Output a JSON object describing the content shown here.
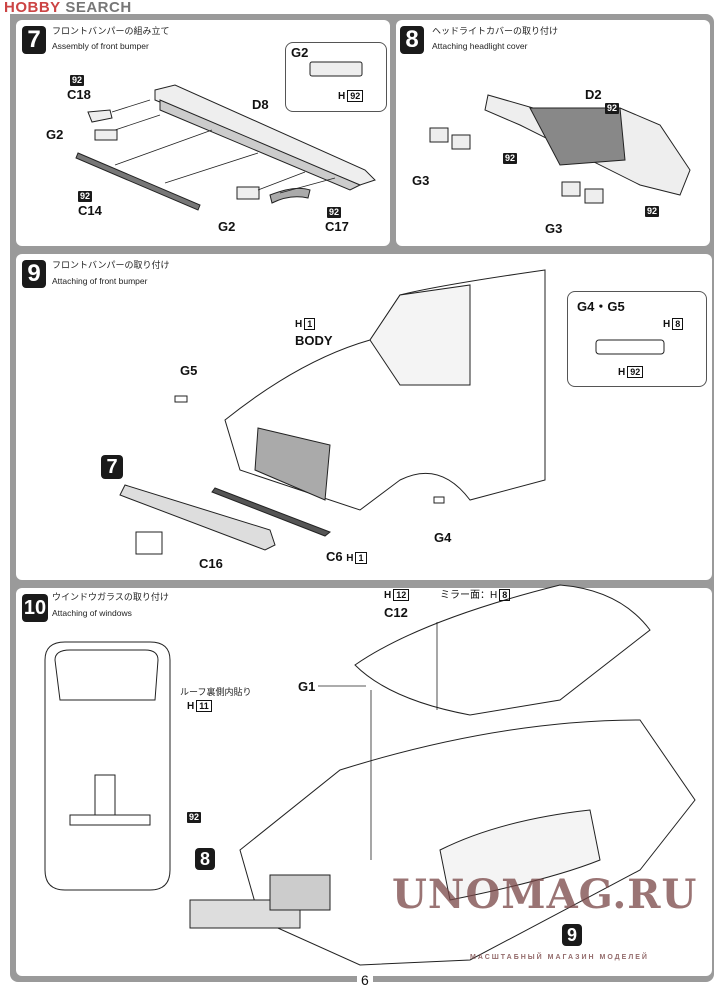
{
  "logo": {
    "brand": "HOBBY",
    "brand2": "SEARCH"
  },
  "steps": [
    {
      "number": "7",
      "title_jp": "フロントバンパーの組み立て",
      "title_en": "Assembly of  front bumper",
      "labels": {
        "c18": "C18",
        "g2a": "G2",
        "d8": "D8",
        "c14": "C14",
        "g2b": "G2",
        "c17": "C17",
        "paint": "92"
      },
      "inset": {
        "title": "G2",
        "h": "H",
        "h_code": "92"
      }
    },
    {
      "number": "8",
      "title_jp": "ヘッドライトカバーの取り付け",
      "title_en": "Attaching headlight cover",
      "labels": {
        "d2": "D2",
        "g3a": "G3",
        "g3b": "G3",
        "paint": "92"
      }
    },
    {
      "number": "9",
      "title_jp": "フロントバンパーの取り付け",
      "title_en": "Attaching of front bumper",
      "labels": {
        "h": "H",
        "body_code": "1",
        "body": "BODY",
        "g5": "G5",
        "ref_step": "7",
        "c16": "C16",
        "c6": "C6",
        "c6_code": "1",
        "g4": "G4"
      },
      "inset": {
        "title": "G4・G5",
        "h": "H",
        "top_code": "8",
        "bottom_code": "92"
      }
    },
    {
      "number": "10",
      "title_jp": "ウインドウガラスの取り付け",
      "title_en": "Attaching of windows",
      "labels": {
        "h": "H",
        "c12_code": "12",
        "c12": "C12",
        "mirror": "ミラー面：H",
        "mirror_code": "8",
        "g1": "G1",
        "roof": "ルーフ裏側内貼り",
        "roof_code": "11",
        "paint": "92",
        "ref_step_a": "8",
        "ref_step_b": "9"
      }
    }
  ],
  "page_number": "6",
  "watermark": {
    "main": "UNOMAG.RU",
    "sub": "МАСШТАБНЫЙ МАГАЗИН МОДЕЛЕЙ"
  }
}
